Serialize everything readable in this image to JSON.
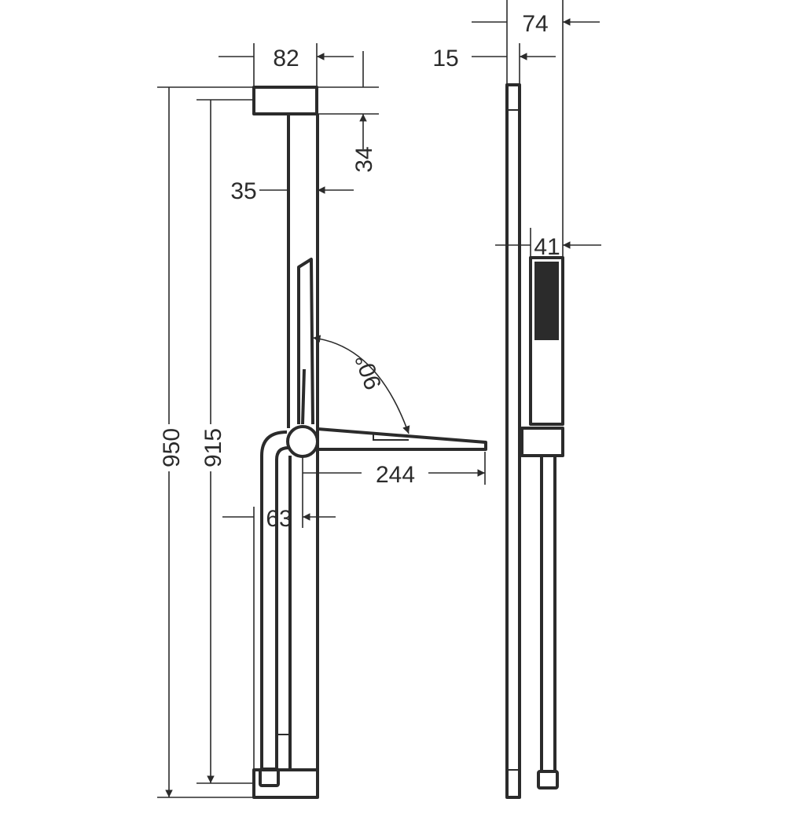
{
  "drawing": {
    "title": "Shower rail set technical drawing",
    "units": "mm",
    "color": "#2b2b2b",
    "front_view": {
      "dim_cap_width": "82",
      "dim_cap_height": "34",
      "dim_rail_width": "35",
      "dim_total_height": "950",
      "dim_rail_height": "915",
      "dim_arm_length": "244",
      "dim_hose_offset": "63",
      "angle_label": "90°"
    },
    "side_view": {
      "dim_total_depth": "74",
      "dim_rail_depth": "15",
      "dim_handshower_depth": "41"
    }
  }
}
